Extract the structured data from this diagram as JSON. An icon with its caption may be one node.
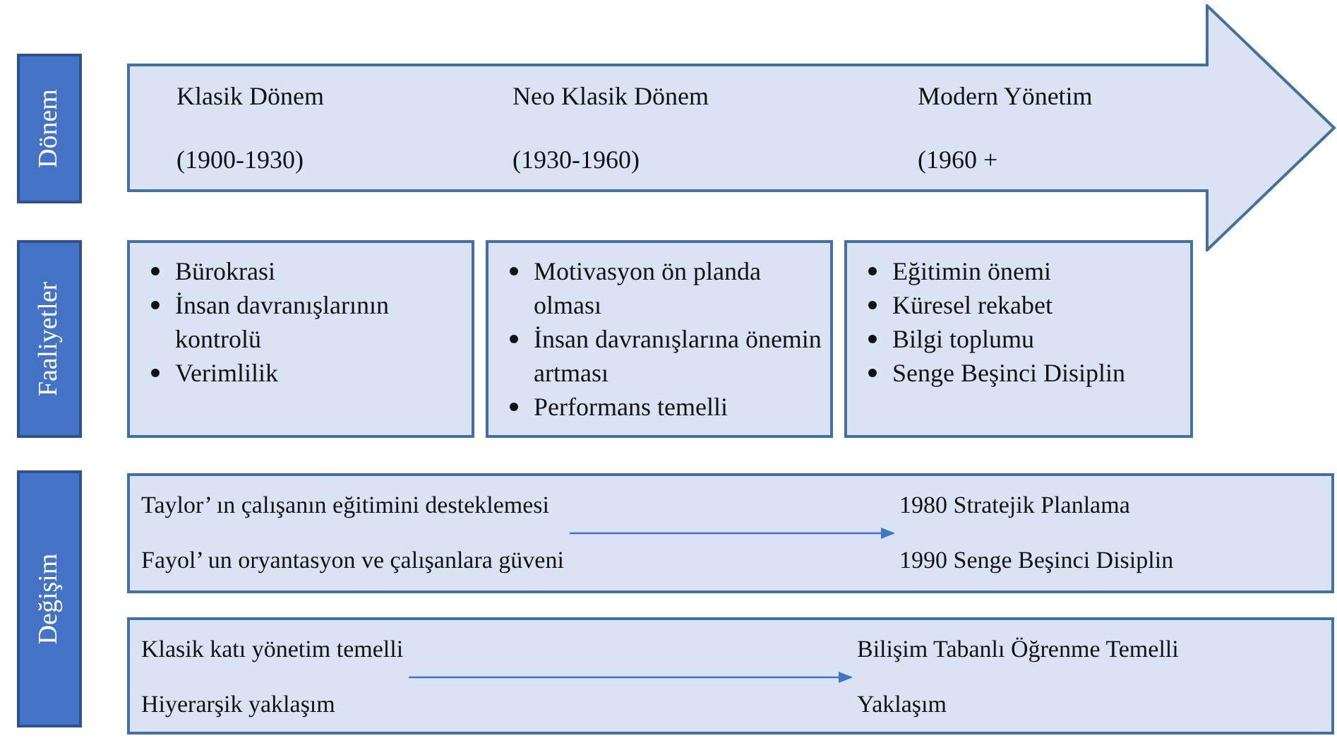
{
  "diagram": {
    "nodes": [
      {
        "text": [
          "Dönem"
        ]
      },
      {
        "text": [
          "Klasik Dönem",
          "(1900-1930)",
          "Neo Klasik Dönem",
          "(1930-1960)",
          "Modern Yönetim",
          "(1960 +"
        ]
      },
      {
        "text": [
          "Faaliyetler"
        ]
      },
      {
        "text": [
          "Bürokrasi",
          "İnsan davranışlarının kontrolü",
          "Verimlilik"
        ]
      },
      {
        "text": [
          "Motivasyon ön planda olması",
          "İnsan davranışlarına önemin artması",
          "Performans temelli"
        ]
      },
      {
        "text": [
          "Eğitimin önemi",
          "Küresel rekabet",
          "Bilgi toplumu",
          "Senge Beşinci Disiplin"
        ]
      },
      {
        "text": [
          "Değişim"
        ]
      },
      {
        "text": [],
        "shape": "box"
      },
      {
        "text": [
          "Taylor’ ın çalışanın eğitimini desteklemesi",
          "Fayol’ un oryantasyon ve çalışanlara güveni"
        ],
        "in": 7
      },
      {
        "text": [
          "1980 Stratejik Planlama",
          "1990 Senge Beşinci Disiplin"
        ],
        "in": 7
      },
      {
        "text": [],
        "shape": "box"
      },
      {
        "text": [
          "Klasik katı yönetim temelli",
          "Hiyerarşik yaklaşım"
        ],
        "in": 10
      },
      {
        "text": [
          "Bilişim Tabanlı Öğrenme Temelli",
          "Yaklaşım"
        ],
        "in": 10
      }
    ],
    "edges": [
      {
        "from": 8,
        "to": 9,
        "arrow": "to"
      },
      {
        "from": 11,
        "to": 12,
        "arrow": "to"
      }
    ]
  }
}
